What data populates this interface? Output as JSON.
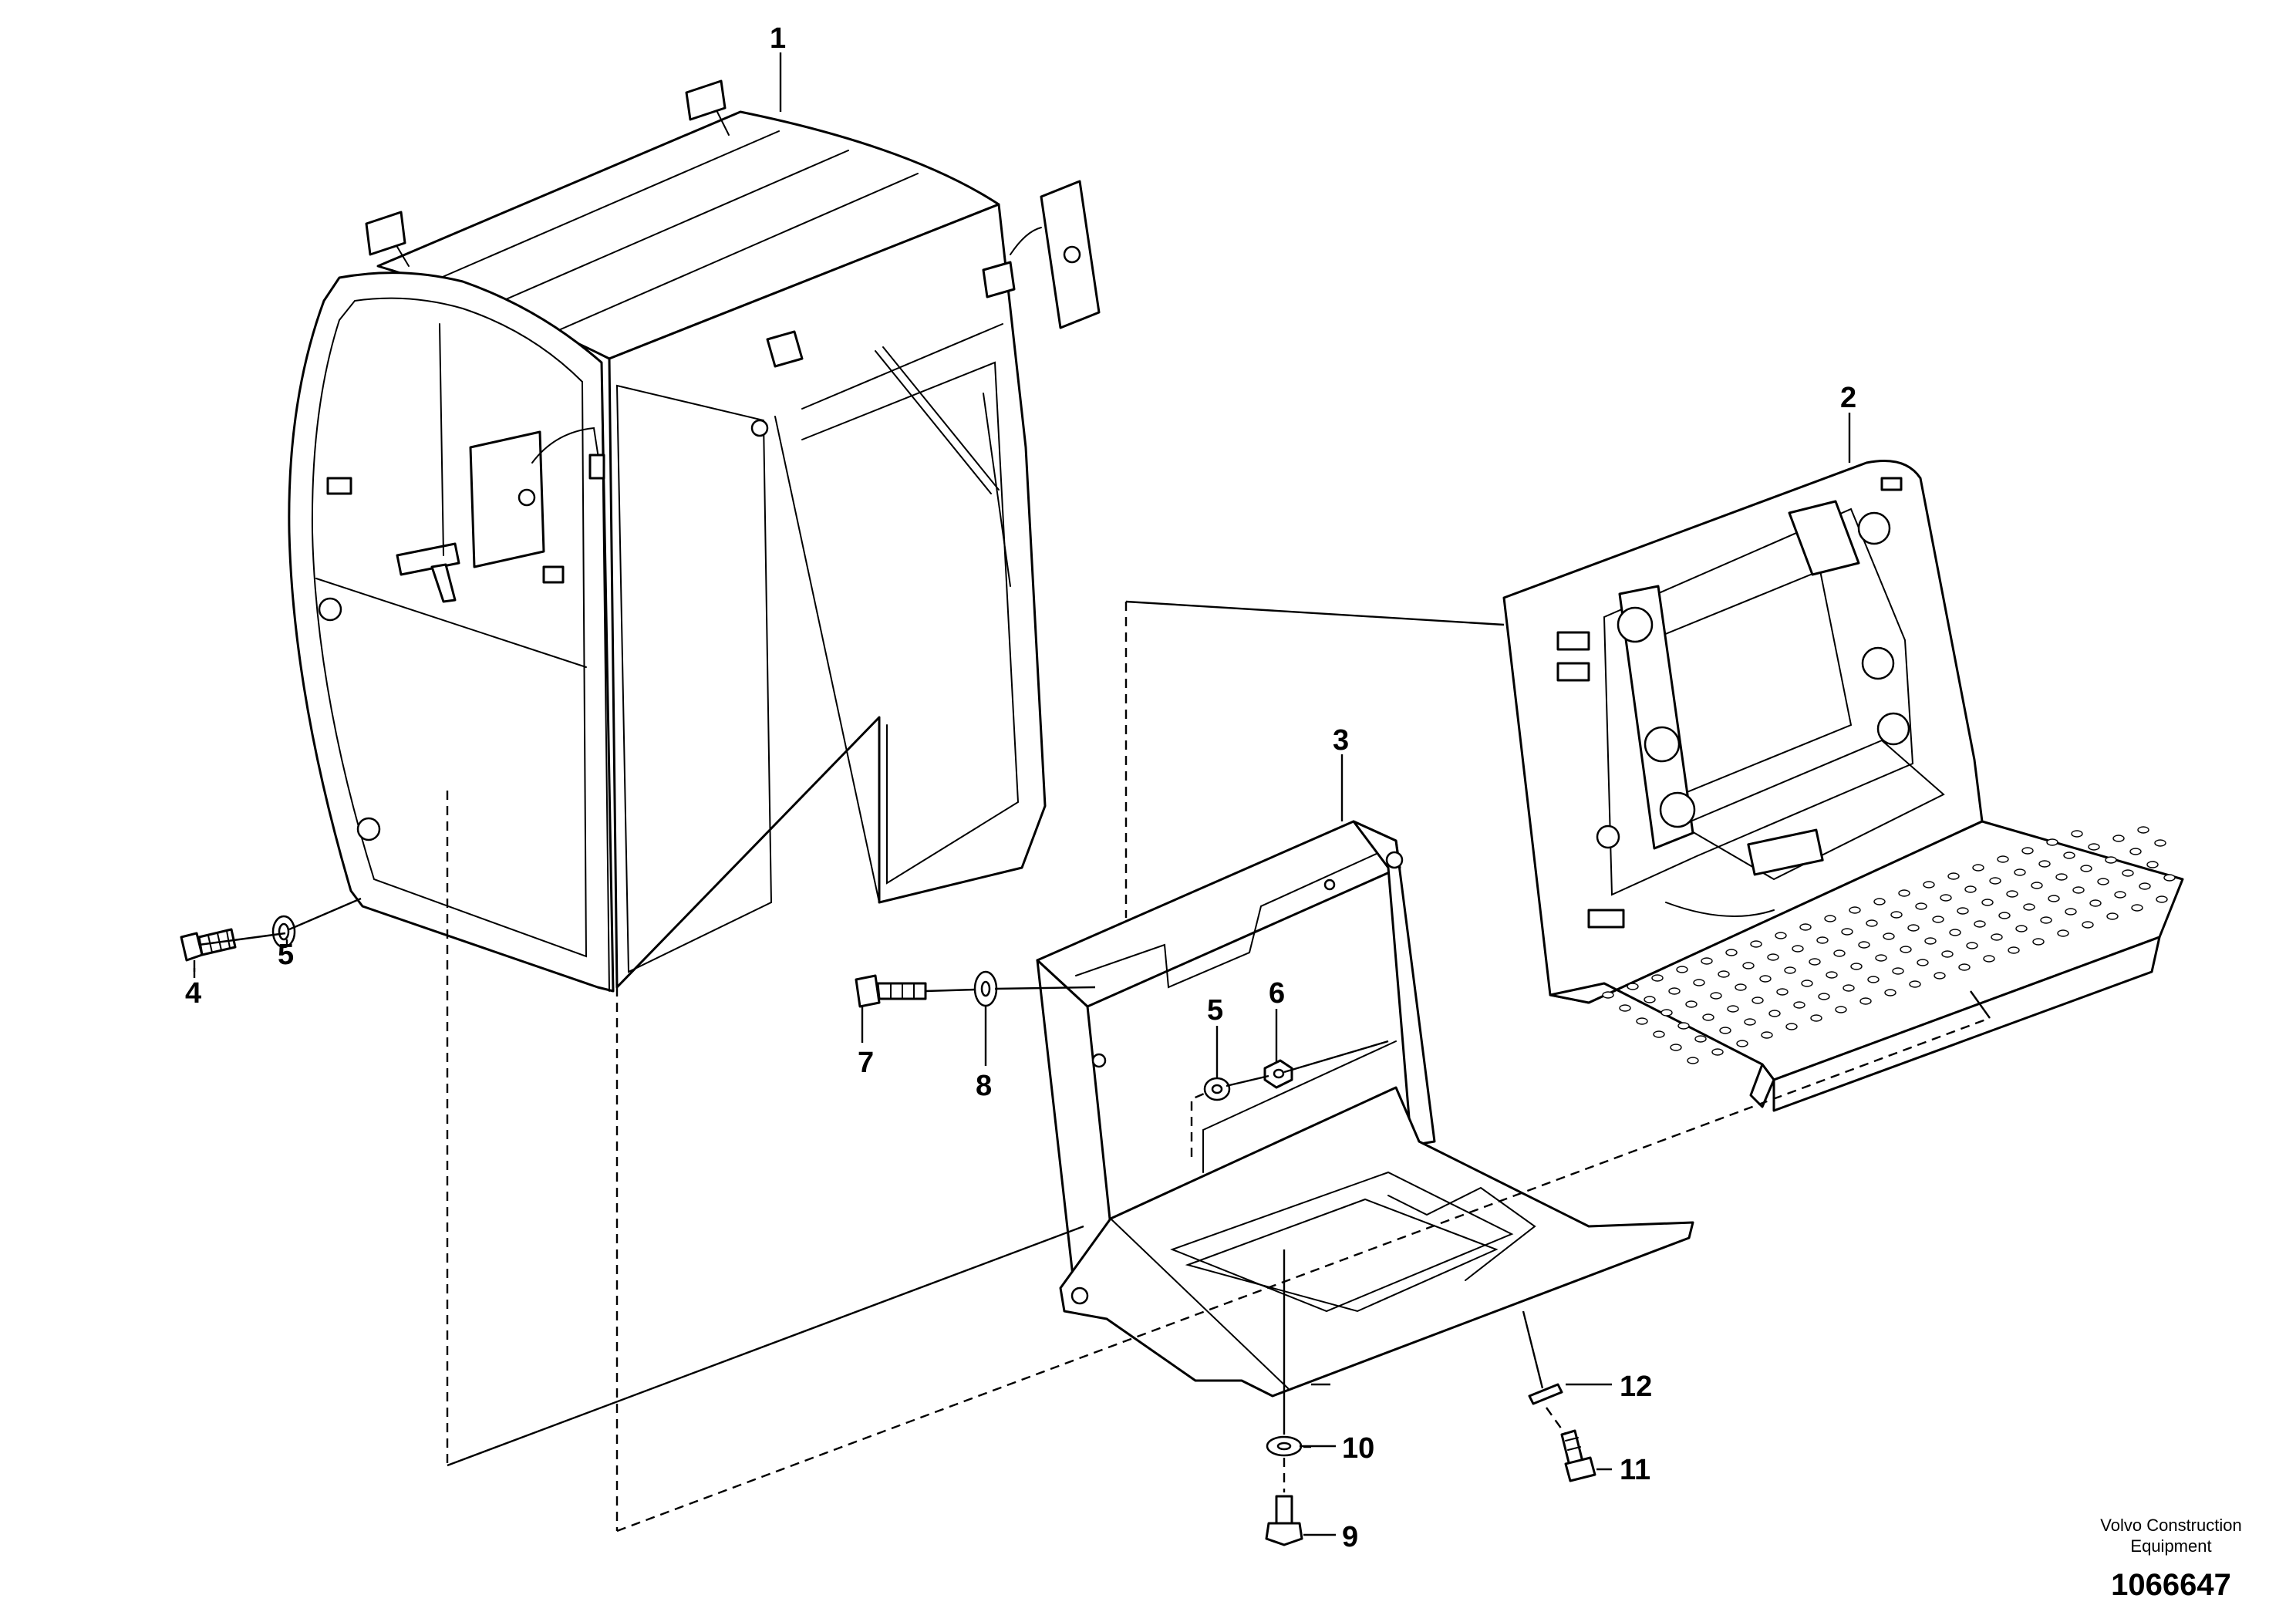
{
  "callouts": {
    "c1": "1",
    "c2": "2",
    "c3": "3",
    "c4": "4",
    "c5a": "5",
    "c5b": "5",
    "c6": "6",
    "c7": "7",
    "c8": "8",
    "c9": "9",
    "c10": "10",
    "c11": "11",
    "c12": "12"
  },
  "footer": {
    "company_line1": "Volvo Construction",
    "company_line2": "Equipment",
    "drawing_number": "1066647"
  }
}
